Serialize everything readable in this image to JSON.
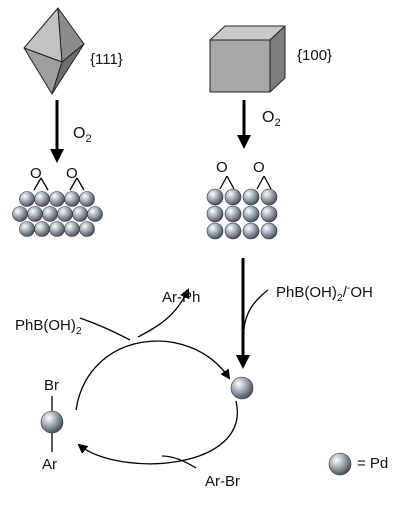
{
  "facets": {
    "octahedron_label": "{111}",
    "cube_label": "{100}",
    "oxidant_left": {
      "base": "O",
      "sub": "2"
    },
    "oxidant_right": {
      "base": "O",
      "sub": "2"
    },
    "adsorbed_oxygen": "O"
  },
  "cycle": {
    "reagent_left": {
      "pre": "PhB(OH)",
      "sub": "2"
    },
    "reagent_right": {
      "pre": "PhB(OH)",
      "sub": "2",
      "mid": "/",
      "sup": "-",
      "post": "OH"
    },
    "product": "Ar-Ph",
    "substrate_bottom": "Ar-Br",
    "complex_top": "Br",
    "complex_bottom": "Ar"
  },
  "legend": {
    "text": "= Pd"
  },
  "colors": {
    "atom_fill": "#9aa3ae",
    "atom_highlight": "#ffffff",
    "atom_shadow": "#3c434b",
    "cube_front": "#a9a9a9",
    "cube_top": "#c8c8c8",
    "cube_side": "#7e7e7e",
    "octa_light": "#bdbdbd",
    "octa_dark": "#6f6f6f",
    "stroke": "#000000"
  }
}
